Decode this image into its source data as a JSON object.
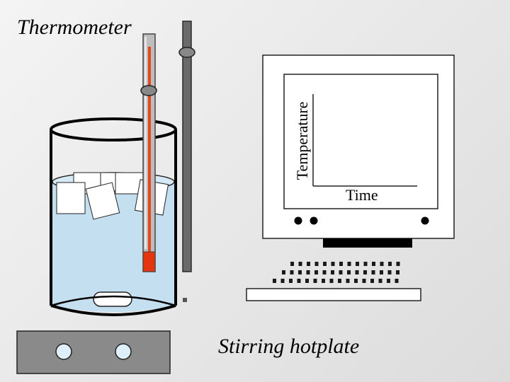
{
  "labels": {
    "thermometer": "Thermometer",
    "hotplate": "Stirring hotplate",
    "y_axis": "Temperature",
    "x_axis": "Time"
  },
  "colors": {
    "water": "#c4dff0",
    "mercury": "#e8461e",
    "thermometer_glass": "#b7b7b7",
    "stand_rod": "#6a6a6a",
    "monitor": "#ffffff",
    "keyboard_keys": "#1a1a1a",
    "hotplate_body": "#8a8a8a",
    "knob": "#dfeff9"
  },
  "icons": {
    "knob_left": "hotplate-knob",
    "knob_right": "hotplate-knob",
    "stir_bar": "stir-bar"
  }
}
